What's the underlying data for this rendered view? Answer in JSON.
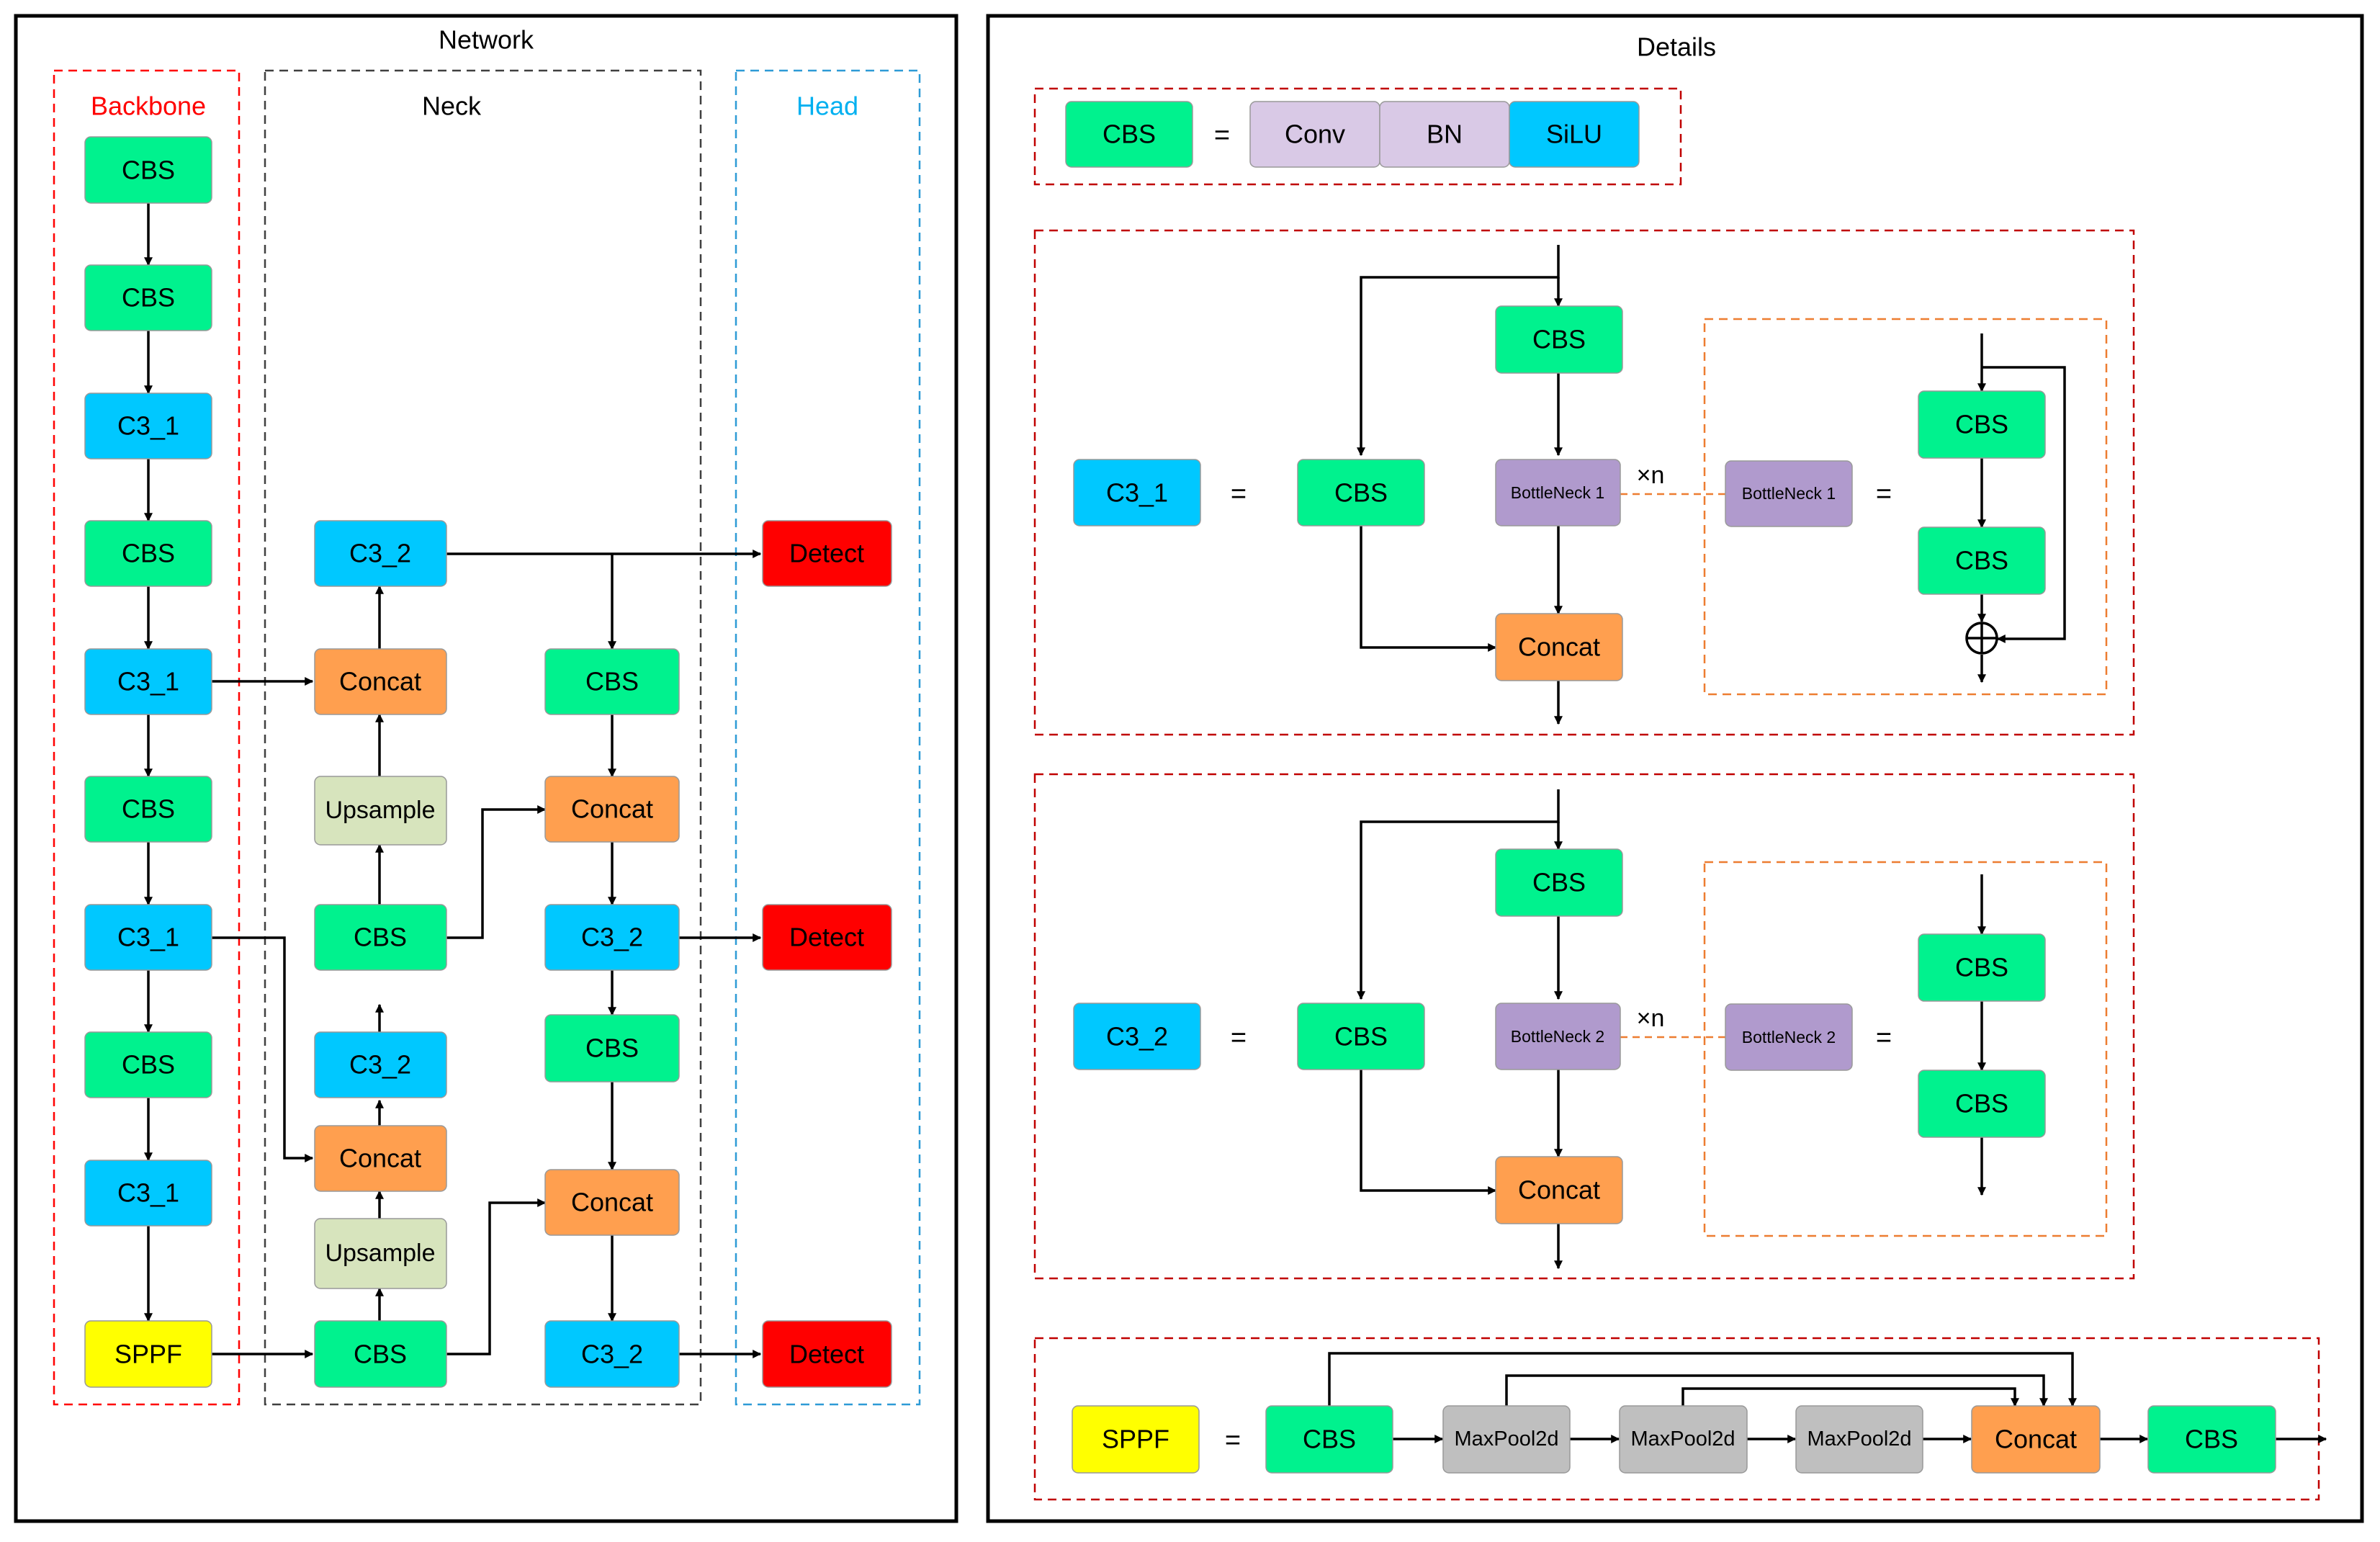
{
  "panels": {
    "network_title": "Network",
    "details_title": "Details"
  },
  "sections": {
    "backbone": "Backbone",
    "neck": "Neck",
    "head": "Head"
  },
  "labels": {
    "cbs": "CBS",
    "c3_1": "C3_1",
    "c3_2": "C3_2",
    "concat": "Concat",
    "upsample": "Upsample",
    "detect": "Detect",
    "sppf": "SPPF",
    "conv": "Conv",
    "bn": "BN",
    "silu": "SiLU",
    "bottleneck1": "BottleNeck 1",
    "bottleneck2": "BottleNeck 2",
    "maxpool": "MaxPool2d",
    "equals": "=",
    "times_n": "×n"
  },
  "colors": {
    "cbs": "#00F28E",
    "c3": "#00C8FF",
    "concat": "#FF9F4F",
    "upsample": "#D7E4BD",
    "detect": "#FF0000",
    "sppf": "#FFFF00",
    "conv_bn": "#D9C9E6",
    "bottleneck": "#B09ACD",
    "maxpool": "#BFBFBF",
    "backbone_text": "#FF0000",
    "head_text": "#00B0F0",
    "backbone_border": "#FF0000",
    "neck_border": "#404040",
    "head_border": "#2E9BD6",
    "details_border": "#C00000",
    "inner_border": "#ED7D31"
  }
}
